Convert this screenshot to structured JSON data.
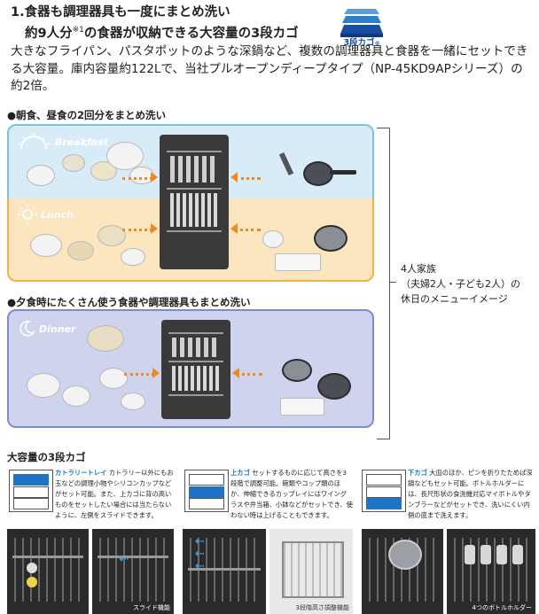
{
  "heading": {
    "line1": "1.食器も調理器具も一度にまとめ洗い",
    "line2_a": "約9人分",
    "line2_sup": "※1",
    "line2_b": "の食器が収納できる大容量の3段カゴ"
  },
  "badge": {
    "label": "3段カゴ",
    "reg": "®"
  },
  "intro": {
    "text": "大きなフライパン、パスタポットのような深鍋など、複数の調理器具と食器を一緒にセットできる大容量。庫内容量約122Lで、当社プルオープンディープタイプ（NP-45KD9APシリーズ）の約2倍。"
  },
  "section1": {
    "title": "●朝食、昼食の2回分をまとめ洗い"
  },
  "panels": {
    "breakfast": {
      "label": "Breakfast",
      "bg": "#d8ecf7",
      "border": "#7fbfe3"
    },
    "lunch": {
      "label": "Lunch",
      "bg": "#fbe6bf",
      "border": "#f0b34a"
    },
    "dinner": {
      "label": "Dinner",
      "bg": "#cfd4ee",
      "border": "#7f8bd0"
    }
  },
  "section2": {
    "title": "●夕食時にたくさん使う食器や調理器具もまとめ洗い"
  },
  "family_note": {
    "line1": "4人家族",
    "line2": "（夫婦2人・子ども2人）の",
    "line3": "休日のメニューイメージ"
  },
  "capacity": {
    "title": "大容量の3段カゴ",
    "cutlery": {
      "name": "カトラリートレイ",
      "desc": "カトラリー以外にもお玉などの調理小物やシリコンカップなどがセット可能。また、上カゴに背の高いものをセットしたい場合には当たらないように、左側をスライドできます。"
    },
    "upper": {
      "name": "上カゴ",
      "desc": "セットするものに応じて高さを3段階で調整可能。碗類やコップ類のほか、伸縮できるカップレイにはワイングラスや弁当箱、小鉢などがセットでき、使わない時は上げることもできます。"
    },
    "lower": {
      "name": "下カゴ",
      "desc": "大皿のほか、ピンを折りたためば深鍋などもセット可能。ボトルホルダーには、長尺形状の食洗機対応マイボトルやタンブラーなどがセットでき、洗いにくい内側の底まで洗えます。"
    }
  },
  "photo_captions": {
    "slide": "スライド機能",
    "height": "3段階高さ調整機能",
    "bottle": "4つのボトルホルダー"
  },
  "colors": {
    "accent": "#1f73c4",
    "arrow": "#f08a1c"
  }
}
